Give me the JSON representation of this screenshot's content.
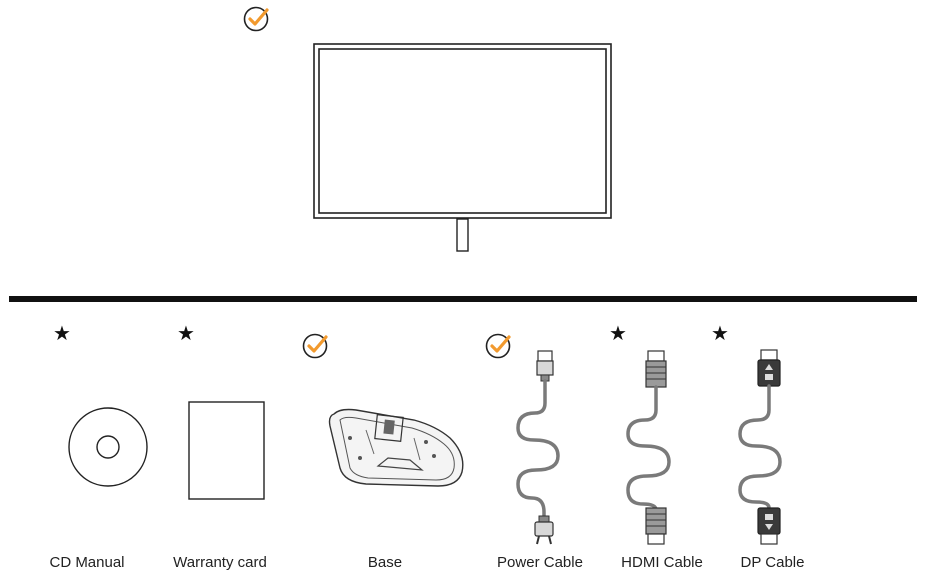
{
  "colors": {
    "check": "#f29a2e",
    "line": "#111111",
    "cable": "#7a7a7a"
  },
  "monitor": {
    "status_icon": "check-circle-icon"
  },
  "optional_marker": "★",
  "items": [
    {
      "label": "CD Manual",
      "marker": "star"
    },
    {
      "label": "Warranty card",
      "marker": "star"
    },
    {
      "label": "Base",
      "marker": "check-circle-icon"
    },
    {
      "label": "Power Cable",
      "marker": "check-circle-icon"
    },
    {
      "label": "HDMI Cable",
      "marker": "star"
    },
    {
      "label": "DP Cable",
      "marker": "star"
    }
  ]
}
